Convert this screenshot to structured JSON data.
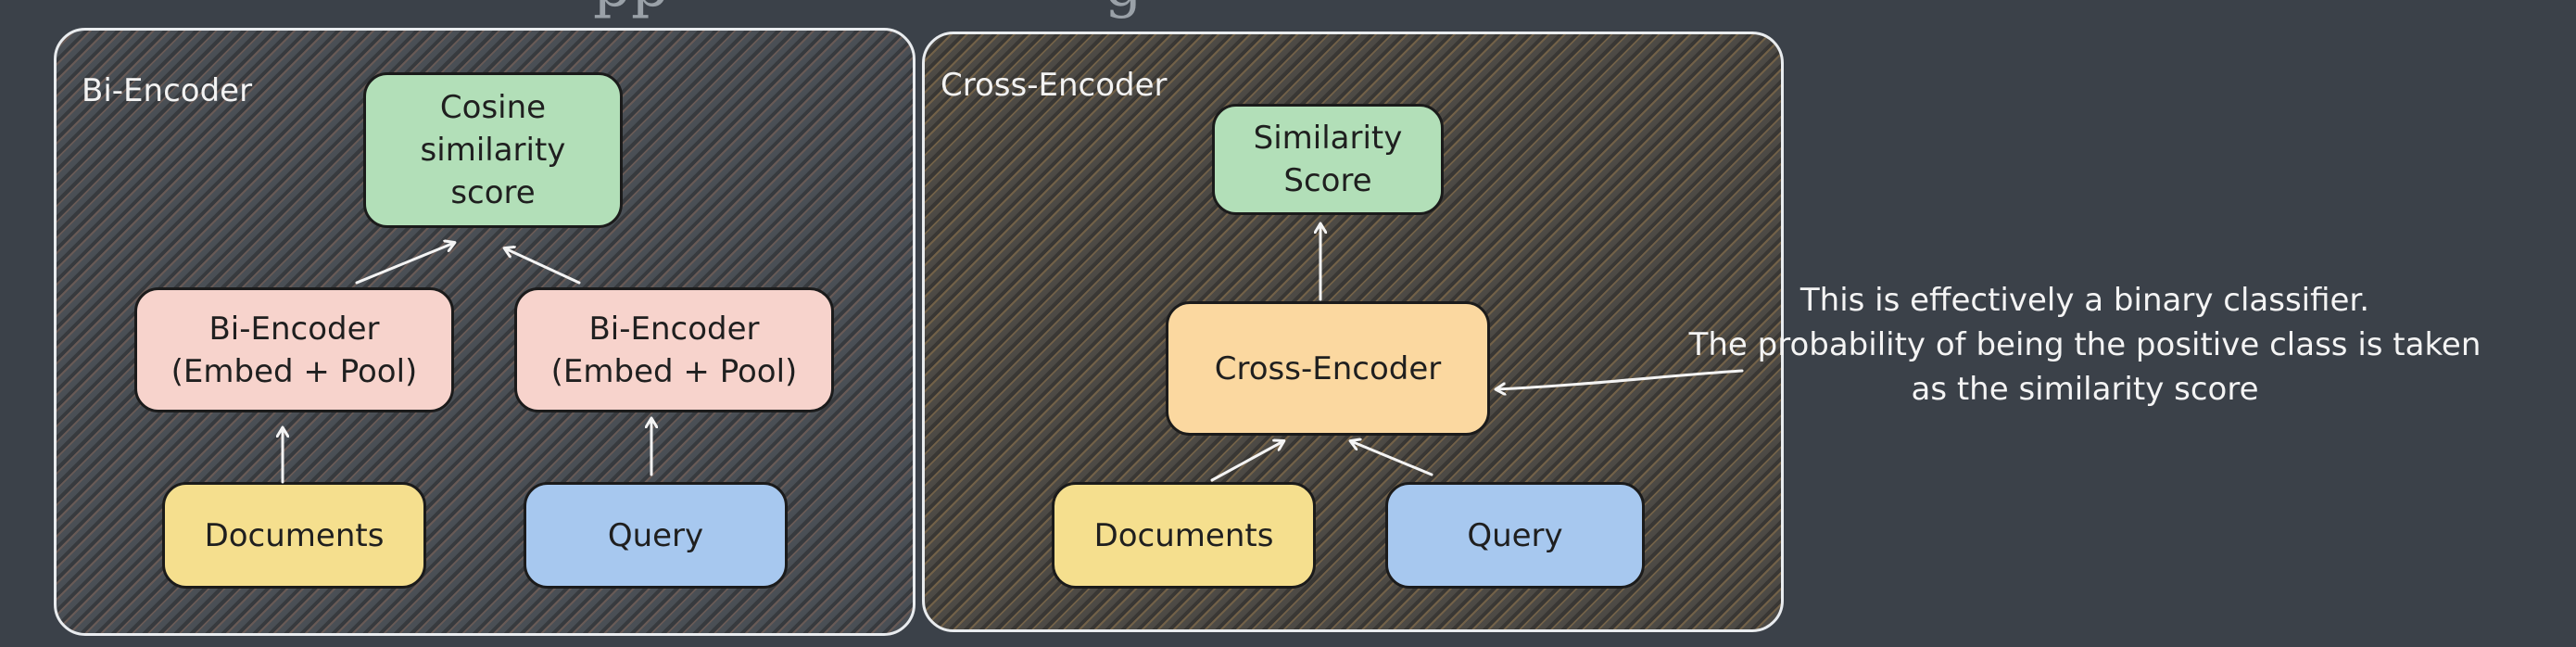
{
  "title_fragment": "pp",
  "title_fragment2": "g",
  "bi_encoder_panel": {
    "label": "Bi-Encoder",
    "cosine_node": "Cosine\nsimilarity\nscore",
    "encoder_left": "Bi-Encoder\n(Embed + Pool)",
    "encoder_right": "Bi-Encoder\n(Embed + Pool)",
    "documents": "Documents",
    "query": "Query"
  },
  "cross_encoder_panel": {
    "label": "Cross-Encoder",
    "similarity_node": "Similarity\nScore",
    "encoder": "Cross-Encoder",
    "documents": "Documents",
    "query": "Query"
  },
  "annotation": {
    "line1": "This is effectively a binary classifier.",
    "line2": "The probability of being the positive class is taken",
    "line3": "as the similarity score"
  },
  "colors": {
    "background": "#3b4149",
    "green": "#b2dfb8",
    "pink": "#f7d3cc",
    "yellow": "#f5df8e",
    "blue": "#a7c8ef",
    "orange": "#fbd8a0",
    "panel_border": "#e9ecef"
  }
}
